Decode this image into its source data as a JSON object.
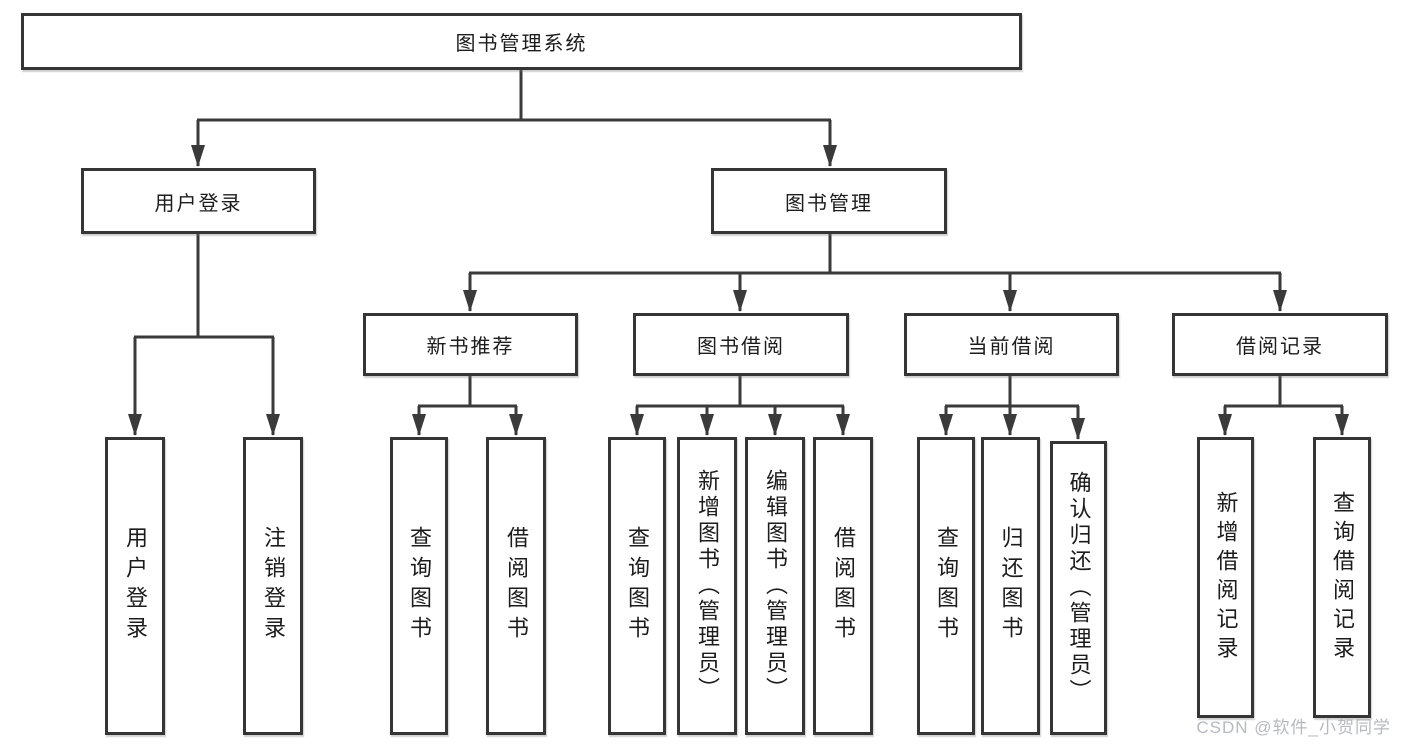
{
  "diagram": {
    "type": "hierarchy-tree",
    "nodes": {
      "root": {
        "label": "图书管理系统"
      },
      "level2": [
        {
          "label": "用户登录",
          "parent": "图书管理系统"
        },
        {
          "label": "图书管理",
          "parent": "图书管理系统"
        }
      ],
      "level3": [
        {
          "label": "新书推荐",
          "parent": "图书管理"
        },
        {
          "label": "图书借阅",
          "parent": "图书管理"
        },
        {
          "label": "当前借阅",
          "parent": "图书管理"
        },
        {
          "label": "借阅记录",
          "parent": "图书管理"
        }
      ],
      "leaves": [
        {
          "label": "用户登录",
          "parent": "用户登录"
        },
        {
          "label": "注销登录",
          "parent": "用户登录"
        },
        {
          "label": "查询图书",
          "parent": "新书推荐"
        },
        {
          "label": "借阅图书",
          "parent": "新书推荐"
        },
        {
          "label": "查询图书",
          "parent": "图书借阅"
        },
        {
          "label": "新增图书（管理员）",
          "parent": "图书借阅"
        },
        {
          "label": "编辑图书（管理员）",
          "parent": "图书借阅"
        },
        {
          "label": "借阅图书",
          "parent": "图书借阅"
        },
        {
          "label": "查询图书",
          "parent": "当前借阅"
        },
        {
          "label": "归还图书",
          "parent": "当前借阅"
        },
        {
          "label": "确认归还（管理员）",
          "parent": "当前借阅"
        },
        {
          "label": "新增借阅记录",
          "parent": "借阅记录"
        },
        {
          "label": "查询借阅记录",
          "parent": "借阅记录"
        }
      ]
    },
    "colors": {
      "line": "#3a3a3a",
      "box_border": "#353535",
      "text": "#1c1c1c",
      "background": "#ffffff",
      "watermark_text_color": "#b6b9be"
    },
    "watermark": {
      "text": "CSDN @软件_小贺同学"
    }
  }
}
